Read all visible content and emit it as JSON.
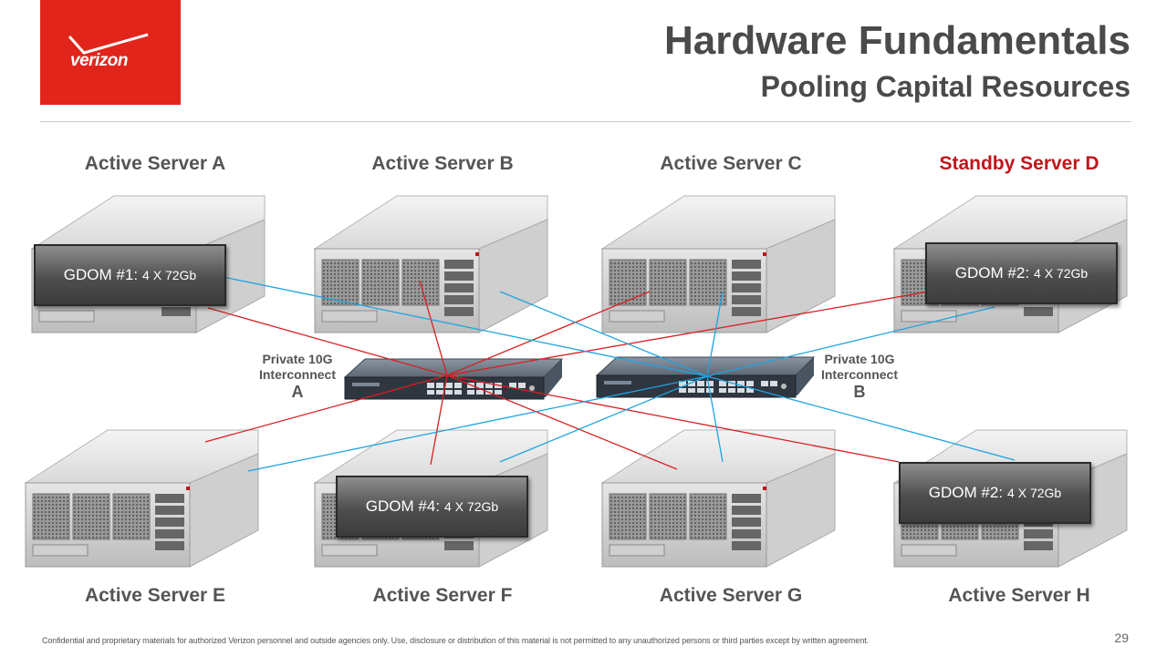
{
  "brand": {
    "name": "verizon",
    "color": "#e1251b"
  },
  "header": {
    "title": "Hardware Fundamentals",
    "subtitle": "Pooling Capital Resources"
  },
  "servers": {
    "a": "Active Server A",
    "b": "Active Server B",
    "c": "Active Server C",
    "d": "Standby Server D",
    "e": "Active Server E",
    "f": "Active Server F",
    "g": "Active Server G",
    "h": "Active Server H"
  },
  "gdoms": [
    {
      "name": "GDOM #1:",
      "capacity": "4 X 72Gb"
    },
    {
      "name": "GDOM #2:",
      "capacity": "4 X 72Gb"
    },
    {
      "name": "GDOM #4:",
      "capacity": "4 X 72Gb"
    },
    {
      "name": "GDOM #2:",
      "capacity": "4 X 72Gb"
    }
  ],
  "interconnects": {
    "a": {
      "line1": "Private 10G",
      "line2": "Interconnect",
      "id": "A"
    },
    "b": {
      "line1": "Private 10G",
      "line2": "Interconnect",
      "id": "B"
    }
  },
  "colors": {
    "link_a": "#d62020",
    "link_b": "#1fa3e0",
    "standby": "#c0161b"
  },
  "footer": {
    "disclaimer": "Confidential and proprietary materials for authorized Verizon personnel and outside agencies only. Use, disclosure or distribution of this material is not permitted to any unauthorized persons or third parties except by written agreement.",
    "page_number": "29"
  }
}
